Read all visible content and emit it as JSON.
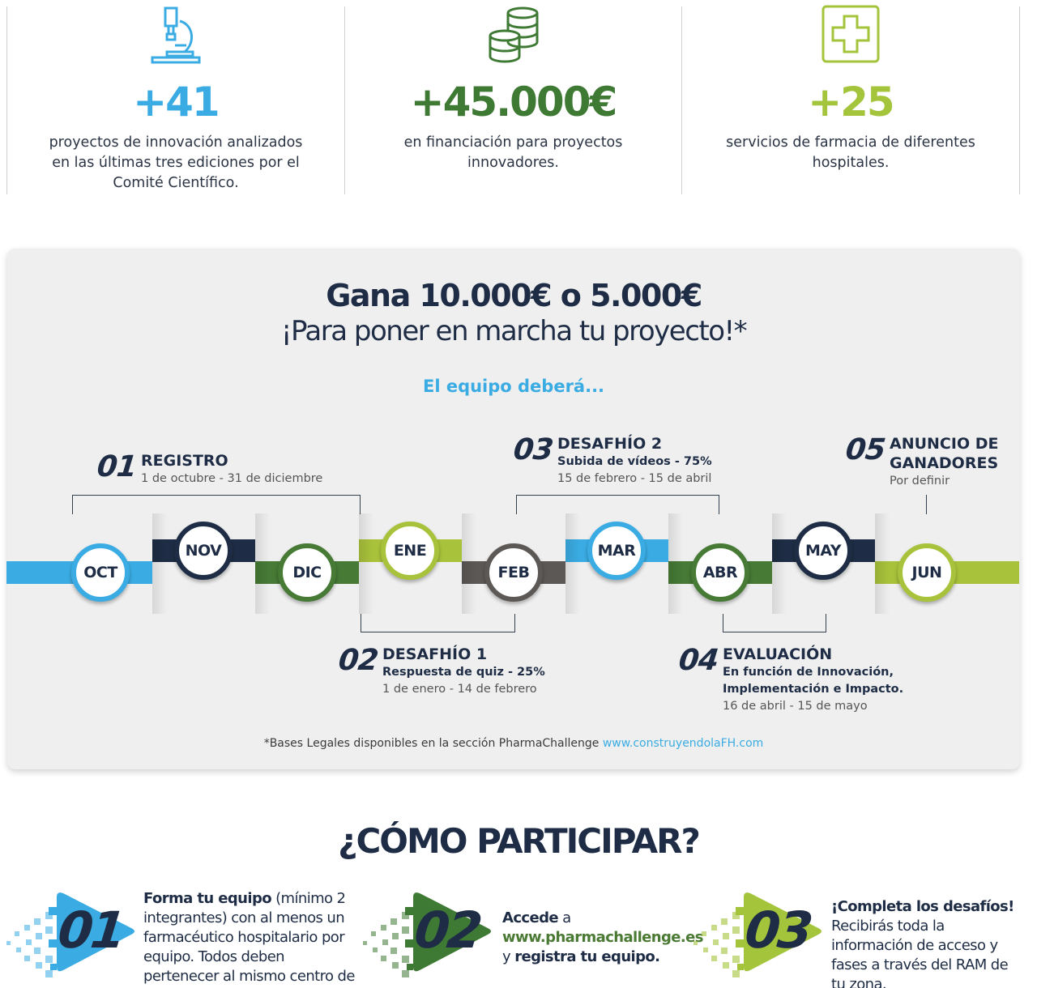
{
  "stats": [
    {
      "value": "+41",
      "description": "proyectos de innovación analizados en las últimas tres ediciones por el Comité Científico.",
      "color": "#3aace3",
      "icon": "microscope-icon"
    },
    {
      "value": "+45.000€",
      "description": "en financiación para proyectos innovadores.",
      "color": "#3f7a35",
      "icon": "coins-icon"
    },
    {
      "value": "+25",
      "description": "servicios de farmacia de diferentes hospitales.",
      "color": "#a3c43b",
      "icon": "medical-cross-icon"
    }
  ],
  "timeline": {
    "title": "Gana 10.000€ o 5.000€",
    "subtitle": "¡Para poner en marcha tu proyecto!*",
    "team_heading": "El equipo deberá...",
    "months": [
      "OCT",
      "NOV",
      "DIC",
      "ENE",
      "FEB",
      "MAR",
      "ABR",
      "MAY",
      "JUN"
    ],
    "colors": {
      "blue": "#3aace3",
      "navy": "#1e2d45",
      "dark_green": "#467a35",
      "lime": "#a9c23b",
      "grey": "#5c5856"
    },
    "phases": [
      {
        "number": "01",
        "title": "REGISTRO",
        "line1": "1 de octubre - 31 de diciembre"
      },
      {
        "number": "02",
        "title": "DESAFHÍO 1",
        "line1": "Respuesta de quiz - 25%",
        "line2": "1 de enero - 14 de febrero"
      },
      {
        "number": "03",
        "title": "DESAFHÍO 2",
        "line1": "Subida de vídeos - 75%",
        "line2": "15 de febrero - 15 de abril"
      },
      {
        "number": "04",
        "title": "EVALUACIÓN",
        "line1": "En función de Innovación,",
        "line2": "Implementación e Impacto.",
        "line3": "16 de abril - 15 de mayo"
      },
      {
        "number": "05",
        "title_line1": "ANUNCIO DE",
        "title_line2": "GANADORES",
        "line1": "Por definir"
      }
    ],
    "legal_text": "*Bases Legales disponibles en la sección PharmaChallenge ",
    "legal_link": "www.construyendolaFH.com"
  },
  "how": {
    "title": "¿CÓMO PARTICIPAR?",
    "steps": [
      {
        "number": "01",
        "color": "#3aace3",
        "bold1": "Forma tu equipo",
        "text1": " (mínimo 2 integrantes) con al menos un farmacéutico hospitalario por equipo. Todos deben pertenecer al mismo centro de trabajo."
      },
      {
        "number": "02",
        "color": "#3f7a35",
        "bold1": "Accede",
        "text1": " a",
        "link": "www.pharmachallenge.es",
        "text2": "y ",
        "bold2": "registra tu equipo."
      },
      {
        "number": "03",
        "color": "#a3c43b",
        "bold1": "¡Completa los desafíos!",
        "text1": "Recibirás toda la información de acceso y fases a través del RAM de tu zona."
      }
    ]
  }
}
